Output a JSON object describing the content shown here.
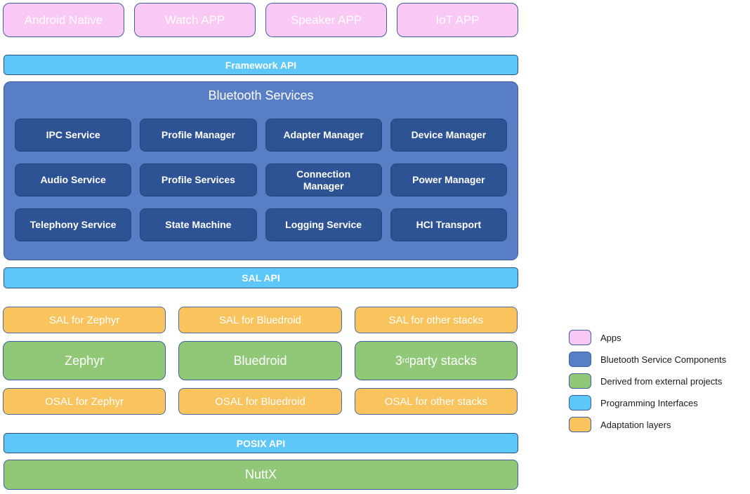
{
  "colors": {
    "apps_pink": "#f9c8f4",
    "service_blue": "#587ec6",
    "component_dark_blue": "#2e5394",
    "interface_light_blue": "#5cc7f8",
    "external_green": "#90c877",
    "adaptation_orange": "#f9c45e",
    "outline_blue": "#3e5f9e"
  },
  "apps_row": {
    "items": [
      "Android Native",
      "Watch APP",
      "Speaker APP",
      "IoT APP"
    ]
  },
  "framework_api": {
    "label": "Framework API"
  },
  "bluetooth_services": {
    "title": "Bluetooth Services",
    "components": [
      "IPC Service",
      "Profile Manager",
      "Adapter Manager",
      "Device Manager",
      "Audio Service",
      "Profile Services",
      "Connection Manager",
      "Power Manager",
      "Telephony Service",
      "State Machine",
      "Logging Service",
      "HCI Transport"
    ]
  },
  "sal_api": {
    "label": "SAL API"
  },
  "stacks": {
    "sal_row": [
      "SAL for Zephyr",
      "SAL for Bluedroid",
      "SAL for other stacks"
    ],
    "stack_row": [
      {
        "prefix": "Zephyr",
        "sup": "",
        "suffix": ""
      },
      {
        "prefix": "Bluedroid",
        "sup": "",
        "suffix": ""
      },
      {
        "prefix": "3",
        "sup": "rd",
        "suffix": " party stacks"
      }
    ],
    "osal_row": [
      "OSAL for Zephyr",
      "OSAL for Bluedroid",
      "OSAL for other stacks"
    ]
  },
  "posix_api": {
    "label": "POSIX API"
  },
  "nuttx": {
    "label": "NuttX"
  },
  "legend": {
    "items": [
      {
        "color": "#f9c8f4",
        "label": "Apps"
      },
      {
        "color": "#587ec6",
        "label": "Bluetooth Service Components"
      },
      {
        "color": "#90c877",
        "label": "Derived from external projects"
      },
      {
        "color": "#5cc7f8",
        "label": "Programming Interfaces"
      },
      {
        "color": "#f9c45e",
        "label": "Adaptation layers"
      }
    ]
  }
}
